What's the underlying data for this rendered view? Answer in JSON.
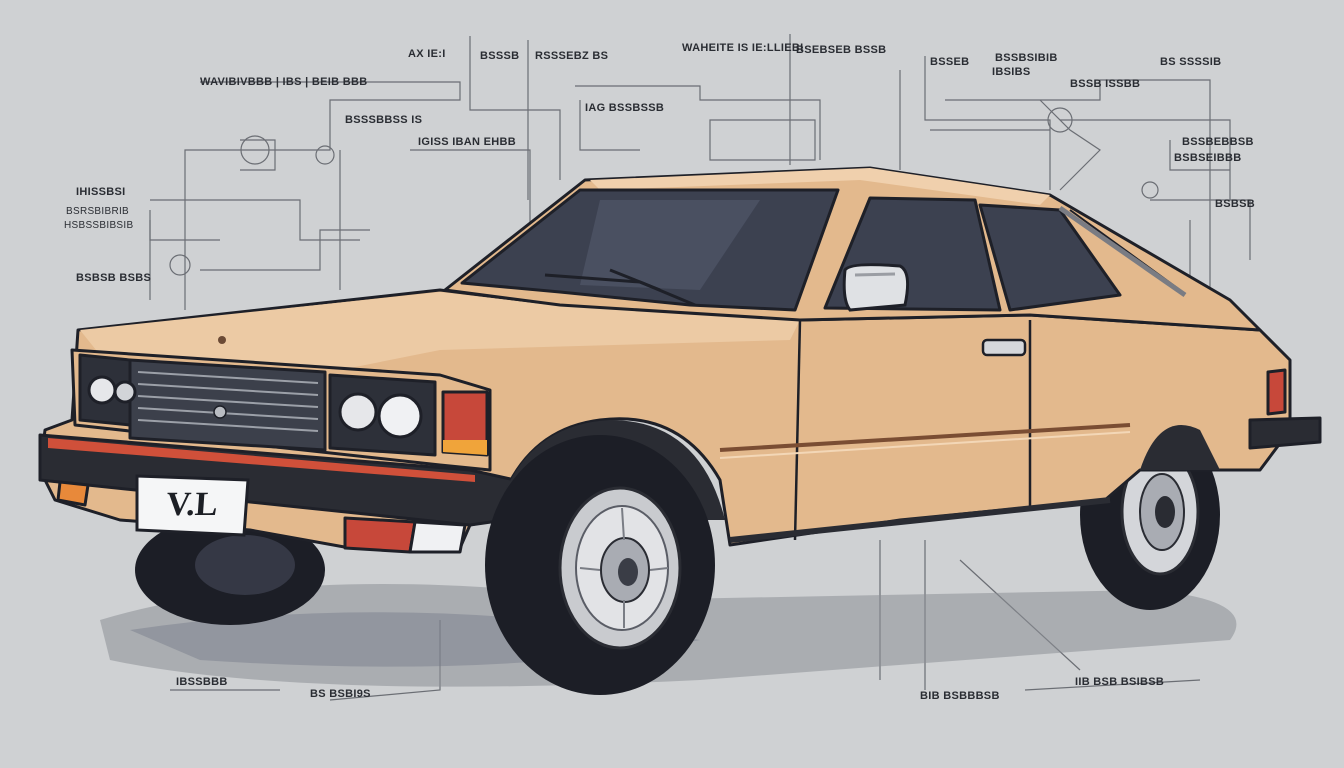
{
  "image": {
    "background_color": "#cfd1d3",
    "car_body_color": "#e3b98d",
    "outline_color": "#1e2028",
    "window_color": "#3c4150",
    "bumper_stripe_color": "#d0503a"
  },
  "plate": {
    "text": "V.L"
  },
  "labels": [
    {
      "id": "l1",
      "text": "AX IE:I"
    },
    {
      "id": "l2",
      "text": "BSSSB"
    },
    {
      "id": "l3",
      "text": "RSSSEBZ BS"
    },
    {
      "id": "l4",
      "text": "WAHEITE IS IE:LLIEBI"
    },
    {
      "id": "l5",
      "text": "BSEBSEB BSSB"
    },
    {
      "id": "l6",
      "text": "BSSEB"
    },
    {
      "id": "l7",
      "text": "BSSBSIBIB"
    },
    {
      "id": "l8",
      "text": "IBSIBS"
    },
    {
      "id": "l9",
      "text": "BS SSSSIB"
    },
    {
      "id": "l10",
      "text": "WAVIBIVBBB | IBS | BEIB BBB"
    },
    {
      "id": "l11",
      "text": "IAG BSSBSSB"
    },
    {
      "id": "l12",
      "text": "BSSSBBSS IS"
    },
    {
      "id": "l13",
      "text": "IGISS IBAN EHBB"
    },
    {
      "id": "l14",
      "text": "IHISSBSI"
    },
    {
      "id": "l15",
      "text": "BSRSBIBRIB"
    },
    {
      "id": "l16",
      "text": "HSBSSBIBSIB"
    },
    {
      "id": "l17",
      "text": "BSBSB BSBS"
    },
    {
      "id": "l18",
      "text": "BSSB ISSBB"
    },
    {
      "id": "l19",
      "text": "BSSBEBBSB"
    },
    {
      "id": "l20",
      "text": "BSBSEIBBB"
    },
    {
      "id": "l21",
      "text": "BSBSB"
    },
    {
      "id": "l22",
      "text": "IBSSBBB"
    },
    {
      "id": "l23",
      "text": "BS BSBI9S"
    },
    {
      "id": "l24",
      "text": "BIB BSBBBSB"
    },
    {
      "id": "l25",
      "text": "IIB BSB BSIBSB"
    }
  ]
}
